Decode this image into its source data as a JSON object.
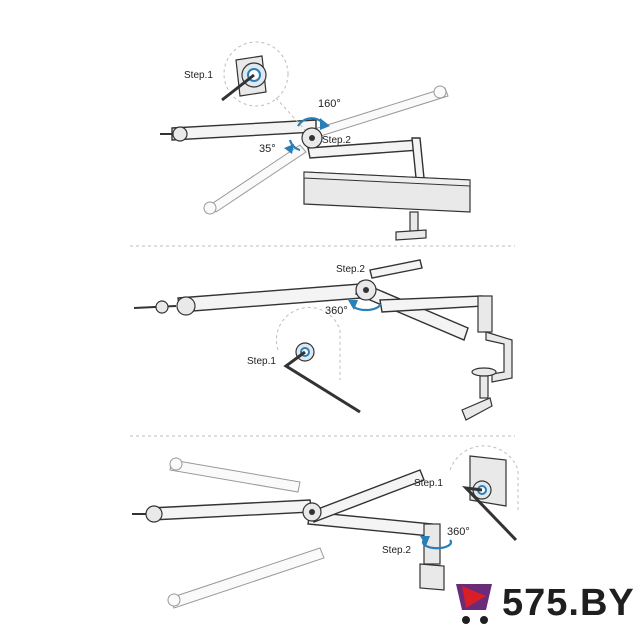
{
  "panels": [
    {
      "step1_label": "Step.1",
      "step2_label": "Step.2",
      "angle_up": "160°",
      "angle_down": "35°"
    },
    {
      "step1_label": "Step.1",
      "step2_label": "Step.2",
      "angle": "360°"
    },
    {
      "step1_label": "Step.1",
      "step2_label": "Step.2",
      "angle": "360°"
    }
  ],
  "watermark": {
    "text": "575.BY"
  },
  "colors": {
    "arrow": "#2a7fb8",
    "line": "#333333",
    "logo_red": "#d81e27",
    "logo_purple": "#6a2b79"
  }
}
